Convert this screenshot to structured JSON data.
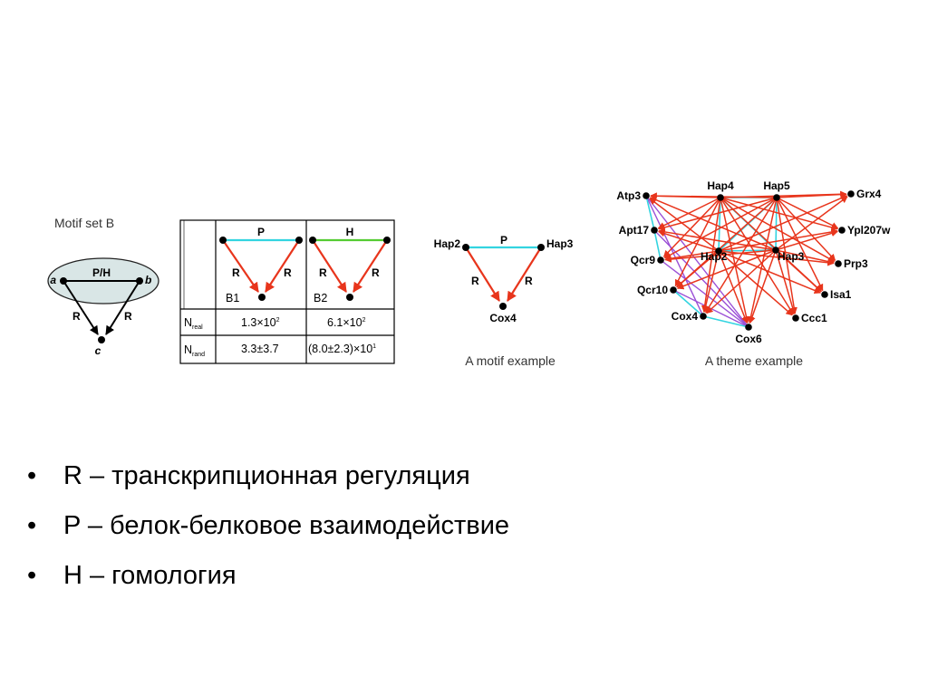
{
  "colors": {
    "regulation": "#e8351c",
    "interaction": "#33d4e0",
    "homology": "#55cc33",
    "extra": "#9b4fd6",
    "ellipse_fill": "#d9e6e6"
  },
  "motif_set": {
    "title": "Motif set B",
    "edge_top": "P/H",
    "edge_left": "R",
    "edge_right": "R",
    "nodes": [
      "a",
      "b",
      "c"
    ]
  },
  "table": {
    "b1": {
      "edge_top": "P",
      "edge_left": "R",
      "edge_right": "R",
      "name": "B1"
    },
    "b2": {
      "edge_top": "H",
      "edge_left": "R",
      "edge_right": "R",
      "name": "B2"
    },
    "rows": [
      {
        "label": "N",
        "label_sub": "real",
        "b1": "1.3×10",
        "b1_exp": "2",
        "b2": "6.1×10",
        "b2_exp": "2"
      },
      {
        "label": "N",
        "label_sub": "rand",
        "b1": "3.3±3.7",
        "b1_exp": "",
        "b2": "(8.0±2.3)×10",
        "b2_exp": "1"
      }
    ]
  },
  "motif_example": {
    "caption": "A motif example",
    "nodes": [
      "Hap2",
      "Hap3",
      "Cox4"
    ],
    "edge_top": "P",
    "edge_left": "R",
    "edge_right": "R"
  },
  "theme_example": {
    "caption": "A theme example",
    "nodes": [
      "Atp3",
      "Hap4",
      "Hap5",
      "Grx4",
      "Apt17",
      "Ypl207w",
      "Qcr9",
      "Hap2",
      "Hap3",
      "Prp3",
      "Qcr10",
      "Isa1",
      "Cox4",
      "Ccc1",
      "Cox6"
    ]
  },
  "bullets": [
    {
      "bullet": "•",
      "text": "R – транскрипционная регуляция"
    },
    {
      "bullet": "•",
      "text": "P – белок-белковое взаимодействие"
    },
    {
      "bullet": "•",
      "text": "H – гомология"
    }
  ]
}
